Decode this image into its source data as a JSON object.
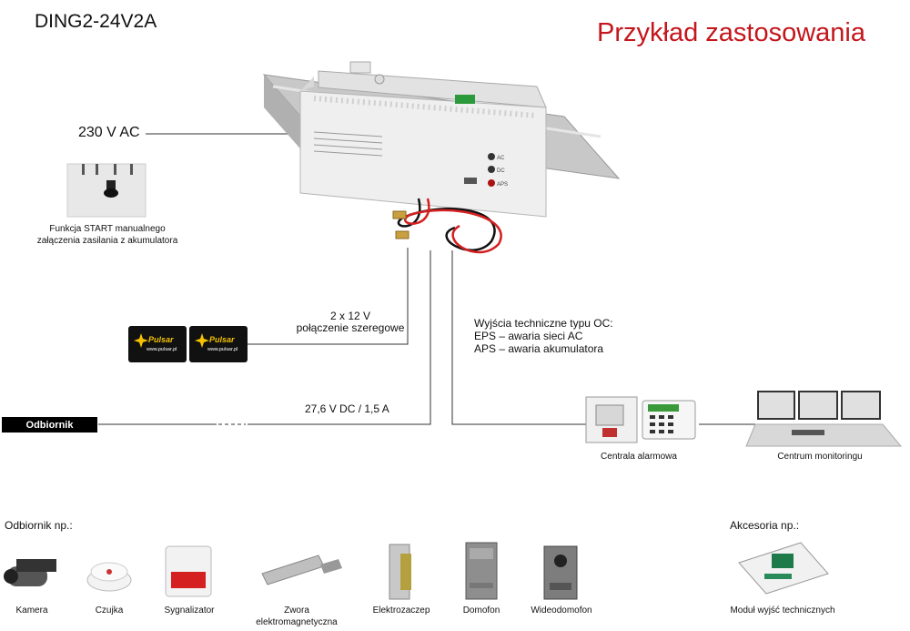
{
  "header": {
    "model": "DING2-24V2A",
    "subtitle": "Przykład zastosowania"
  },
  "inputs": {
    "ac_label": "230 V AC",
    "start_caption_line1": "Funkcja START manualnego",
    "start_caption_line2": "załączenia zasilania z akumulatora"
  },
  "battery": {
    "label_line1": "2 x 12 V",
    "label_line2": "połączenie szeregowe",
    "brand": "Pulsar",
    "web": "www.pulsar.pl"
  },
  "outputs": {
    "oc_line1": "Wyjścia techniczne typu OC:",
    "oc_line2": "EPS – awaria sieci AC",
    "oc_line3": "APS – awaria akumulatora",
    "dc_label": "27,6 V DC / 1,5 A",
    "receiver_badge": "Odbiornik"
  },
  "devices": {
    "alarm_panel": "Centrala alarmowa",
    "monitoring": "Centrum monitoringu"
  },
  "receivers": {
    "heading": "Odbiornik np.:",
    "items": [
      "Kamera",
      "Czujka",
      "Sygnalizator",
      "Zwora",
      "Elektrozaczep",
      "Domofon",
      "Wideodomofon"
    ],
    "zwora_line2": "elektromagnetyczna"
  },
  "accessories": {
    "heading": "Akcesoria np.:",
    "item": "Moduł wyjść technicznych"
  },
  "psu_leds": [
    "AC",
    "DC",
    "APS"
  ],
  "colors": {
    "title_red": "#c4161c",
    "wire_red": "#d42020",
    "wire_black": "#111111",
    "led_green": "#2a9a3a"
  }
}
